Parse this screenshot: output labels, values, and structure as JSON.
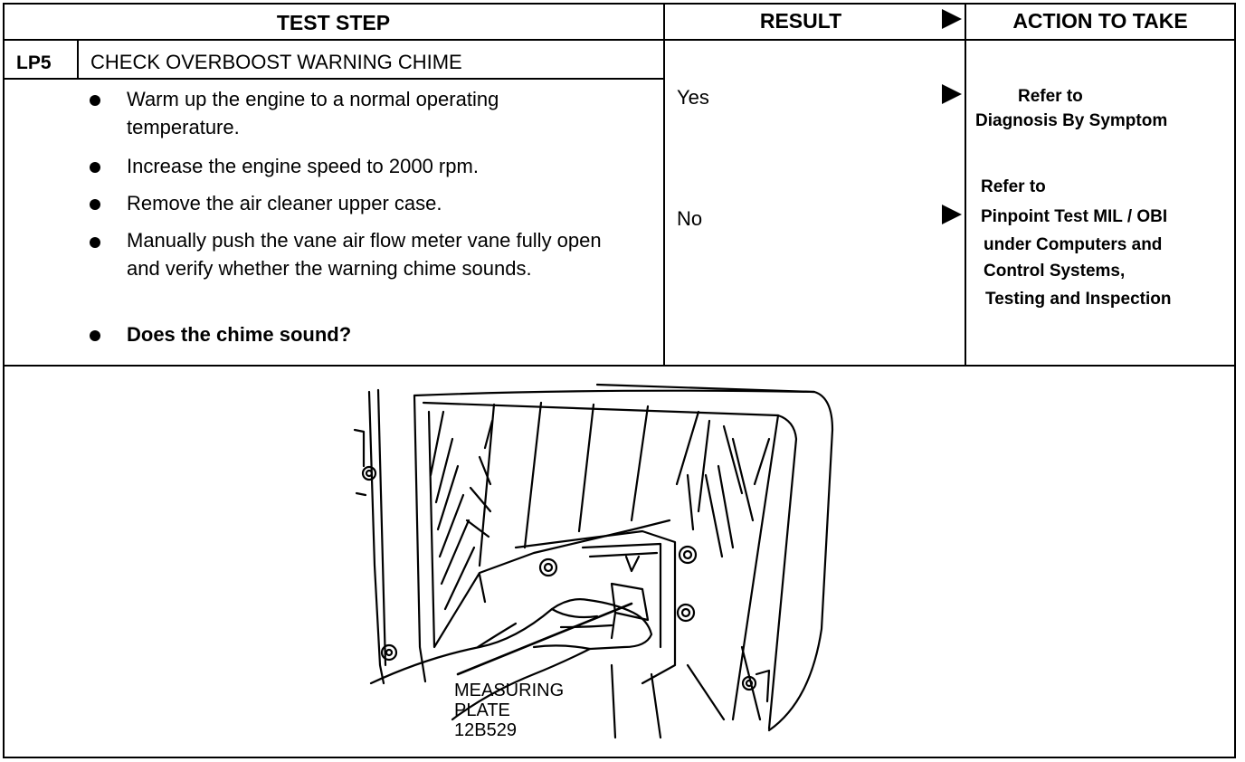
{
  "header": {
    "test_step": "TEST STEP",
    "result": "RESULT",
    "action": "ACTION TO TAKE"
  },
  "step": {
    "id": "LP5",
    "title": "CHECK OVERBOOST WARNING CHIME",
    "items": [
      {
        "text": "Warm up the engine to a normal operating temperature.",
        "bold": false
      },
      {
        "text": "Increase the engine speed to 2000 rpm.",
        "bold": false
      },
      {
        "text": "Remove the air cleaner upper case.",
        "bold": false
      },
      {
        "text": "Manually push the vane air flow meter vane fully open and verify whether the warning chime sounds.",
        "bold": false
      },
      {
        "text": "Does the chime sound?",
        "bold": true
      }
    ]
  },
  "results": [
    {
      "label": "Yes",
      "action_lines": [
        "Refer to",
        "Diagnosis By Symptom"
      ]
    },
    {
      "label": "No",
      "action_lines": [
        "Refer to",
        "Pinpoint Test MIL / OBI",
        "under Computers and",
        "Control Systems,",
        "Testing and Inspection"
      ]
    }
  ],
  "figure": {
    "caption_lines": [
      "MEASURING",
      "PLATE",
      "12B529"
    ]
  }
}
